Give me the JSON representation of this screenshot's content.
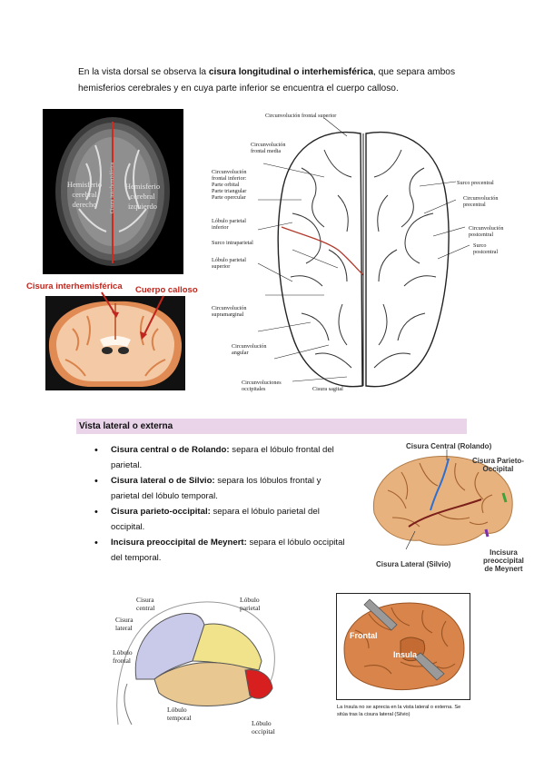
{
  "intro": {
    "p1": "En la vista dorsal se observa la ",
    "b1": "cisura longitudinal o interhemisférica",
    "p2": ", que separa ambos hemisferios cerebrales y en cuya parte inferior se encuentra el cuerpo calloso."
  },
  "mri": {
    "left": "Hemisferio\ncerebral\nderecho",
    "right": "Hemisferio\ncerebral\nizquierdo",
    "vertical": "Cisura interhemisférica"
  },
  "coronal": {
    "label1": "Cisura interhemisférica",
    "label2": "Cuerpo calloso"
  },
  "dorsal_labels": {
    "l1": "Circunvolución frontal superior",
    "l2": "Circunvolución\nfrontal media",
    "l3": "Circunvolución\nfrontal inferior:\nParte orbital\nParte triangular\nParte opercular",
    "l4": "Lóbulo parietal\ninferior",
    "l5": "Surco intraparietal",
    "l6": "Lóbulo parietal\nsuperior",
    "l7": "Circunvolución\nsupramarginal",
    "l8": "Circunvolución\nangular",
    "l9": "Circunvoluciones\noccipitales",
    "l10": "Cisura sagital",
    "r1": "Surco precentral",
    "r2": "Circunvolución\nprecentral",
    "r3": "Circunvolución\npostcentral",
    "r4": "Surco\npostcentral"
  },
  "section": {
    "title": "Vista lateral o externa"
  },
  "bullets": [
    {
      "b": "Cisura central o de Rolando:",
      "t": " separa el lóbulo frontal del parietal."
    },
    {
      "b": "Cisura lateral o de Silvio:",
      "t": " separa los lóbulos frontal y parietal del lóbulo temporal."
    },
    {
      "b": "Cisura parieto-occipital:",
      "t": " separa el lóbulo parietal del occipital."
    },
    {
      "b": "Incisura preoccipital de Meynert:",
      "t": " separa el lóbulo occipital del temporal."
    }
  ],
  "lateral": {
    "central": "Cisura Central (Rolando)",
    "parieto": "Cisura Parieto-\nOccipital",
    "lateral": "Cisura Lateral (Silvio)",
    "incisura": "Incisura\npreoccipital\nde Meynert"
  },
  "lobes": {
    "central": "Cisura\ncentral",
    "lateral": "Cisura\nlateral",
    "frontal": "Lóbulo\nfrontal",
    "parietal": "Lóbulo\nparietal",
    "temporal": "Lóbulo\ntemporal",
    "occipital": "Lóbulo\noccipital"
  },
  "insula": {
    "frontal": "Frontal",
    "insula": "Insula",
    "caption": "La ínsula no se aprecia en la vista lateral o externa. Se sitúa tras la cisura lateral (Silvio)"
  }
}
